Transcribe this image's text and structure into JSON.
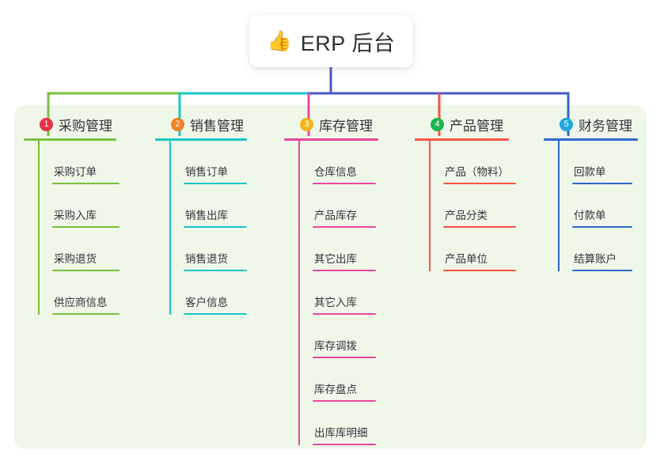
{
  "diagram": {
    "type": "mindmap",
    "background_color": "#ffffff",
    "canvas_color": "#eff7e9",
    "root": {
      "icon": "thumbs-up-icon",
      "emoji": "👍",
      "title": "ERP 后台",
      "card_color": "#ffffff",
      "stem_color": "#4a54c4"
    },
    "branches": [
      {
        "number": "1",
        "title": "采购管理",
        "color": "#79bf3d",
        "badge_color": "#e8334a",
        "leaves": [
          "采购订单",
          "采购入库",
          "采购退货",
          "供应商信息"
        ]
      },
      {
        "number": "2",
        "title": "销售管理",
        "color": "#19c5c5",
        "badge_color": "#f08228",
        "leaves": [
          "销售订单",
          "销售出库",
          "销售退货",
          "客户信息"
        ]
      },
      {
        "number": "3",
        "title": "库存管理",
        "color": "#e8489c",
        "badge_color": "#f5b41d",
        "leaves": [
          "仓库信息",
          "产品库存",
          "其它出库",
          "其它入库",
          "库存调拨",
          "库存盘点",
          "出库库明细"
        ]
      },
      {
        "number": "4",
        "title": "产品管理",
        "color": "#fb5244",
        "badge_color": "#21b351",
        "leaves": [
          "产品（物料）",
          "产品分类",
          "产品单位"
        ]
      },
      {
        "number": "5",
        "title": "财务管理",
        "color": "#2f68cf",
        "badge_color": "#21a7dd",
        "leaves": [
          "回款单",
          "付款单",
          "结算账户"
        ]
      }
    ],
    "trunk": {
      "segments": [
        {
          "name": "left-green",
          "color": "#79bf3d"
        },
        {
          "name": "mid-teal",
          "color": "#19c5c5"
        },
        {
          "name": "right-blue",
          "color": "#4a54c4"
        }
      ]
    }
  }
}
